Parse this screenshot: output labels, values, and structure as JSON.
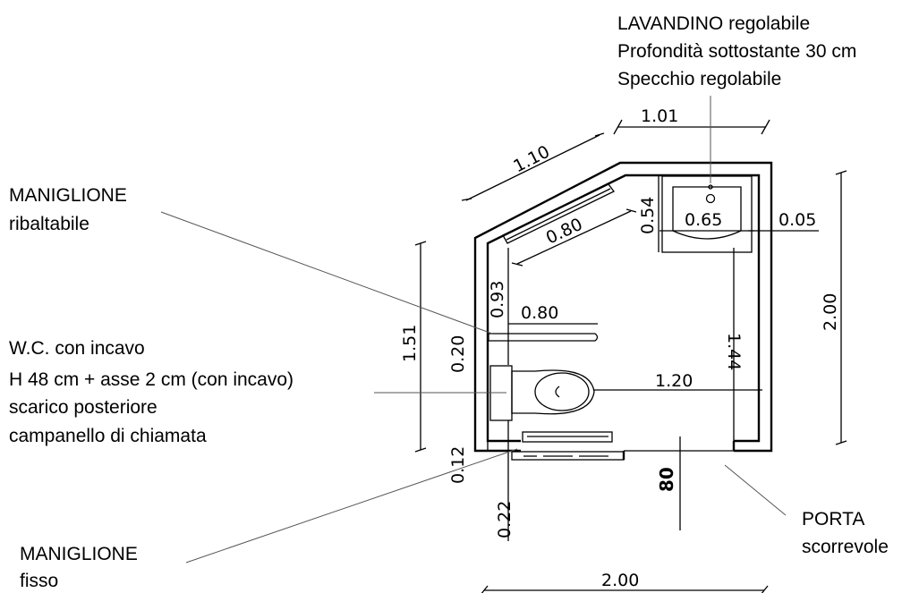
{
  "labels": {
    "sink": [
      "LAVANDINO regolabile",
      "Profondità sottostante 30 cm",
      "Specchio regolabile"
    ],
    "grab_bar_folding": [
      "MANIGLIONE",
      "ribaltabile"
    ],
    "wc": [
      "W.C. con incavo",
      "H 48 cm + asse 2 cm (con incavo)",
      "scarico posteriore",
      "campanello di chiamata"
    ],
    "grab_bar_fixed": [
      "MANIGLIONE",
      "fisso"
    ],
    "door": [
      "PORTA",
      "scorrevole"
    ]
  },
  "dimensions": {
    "top_width": "1.01",
    "diagonal": "1.10",
    "sink_depth": "0.54",
    "sink_width": "0.65",
    "sink_gap": "0.05",
    "bar_diag_len": "0.80",
    "bar_horiz_len": "0.80",
    "left_upper": "0.93",
    "left_height": "1.51",
    "wc_offset": "0.20",
    "wc_clearance": "1.20",
    "right_inner": "1.44",
    "right_height": "2.00",
    "bottom_width": "2.00",
    "bottom_small": "0.12",
    "bottom_lower": "0.22",
    "door_width": "80"
  }
}
